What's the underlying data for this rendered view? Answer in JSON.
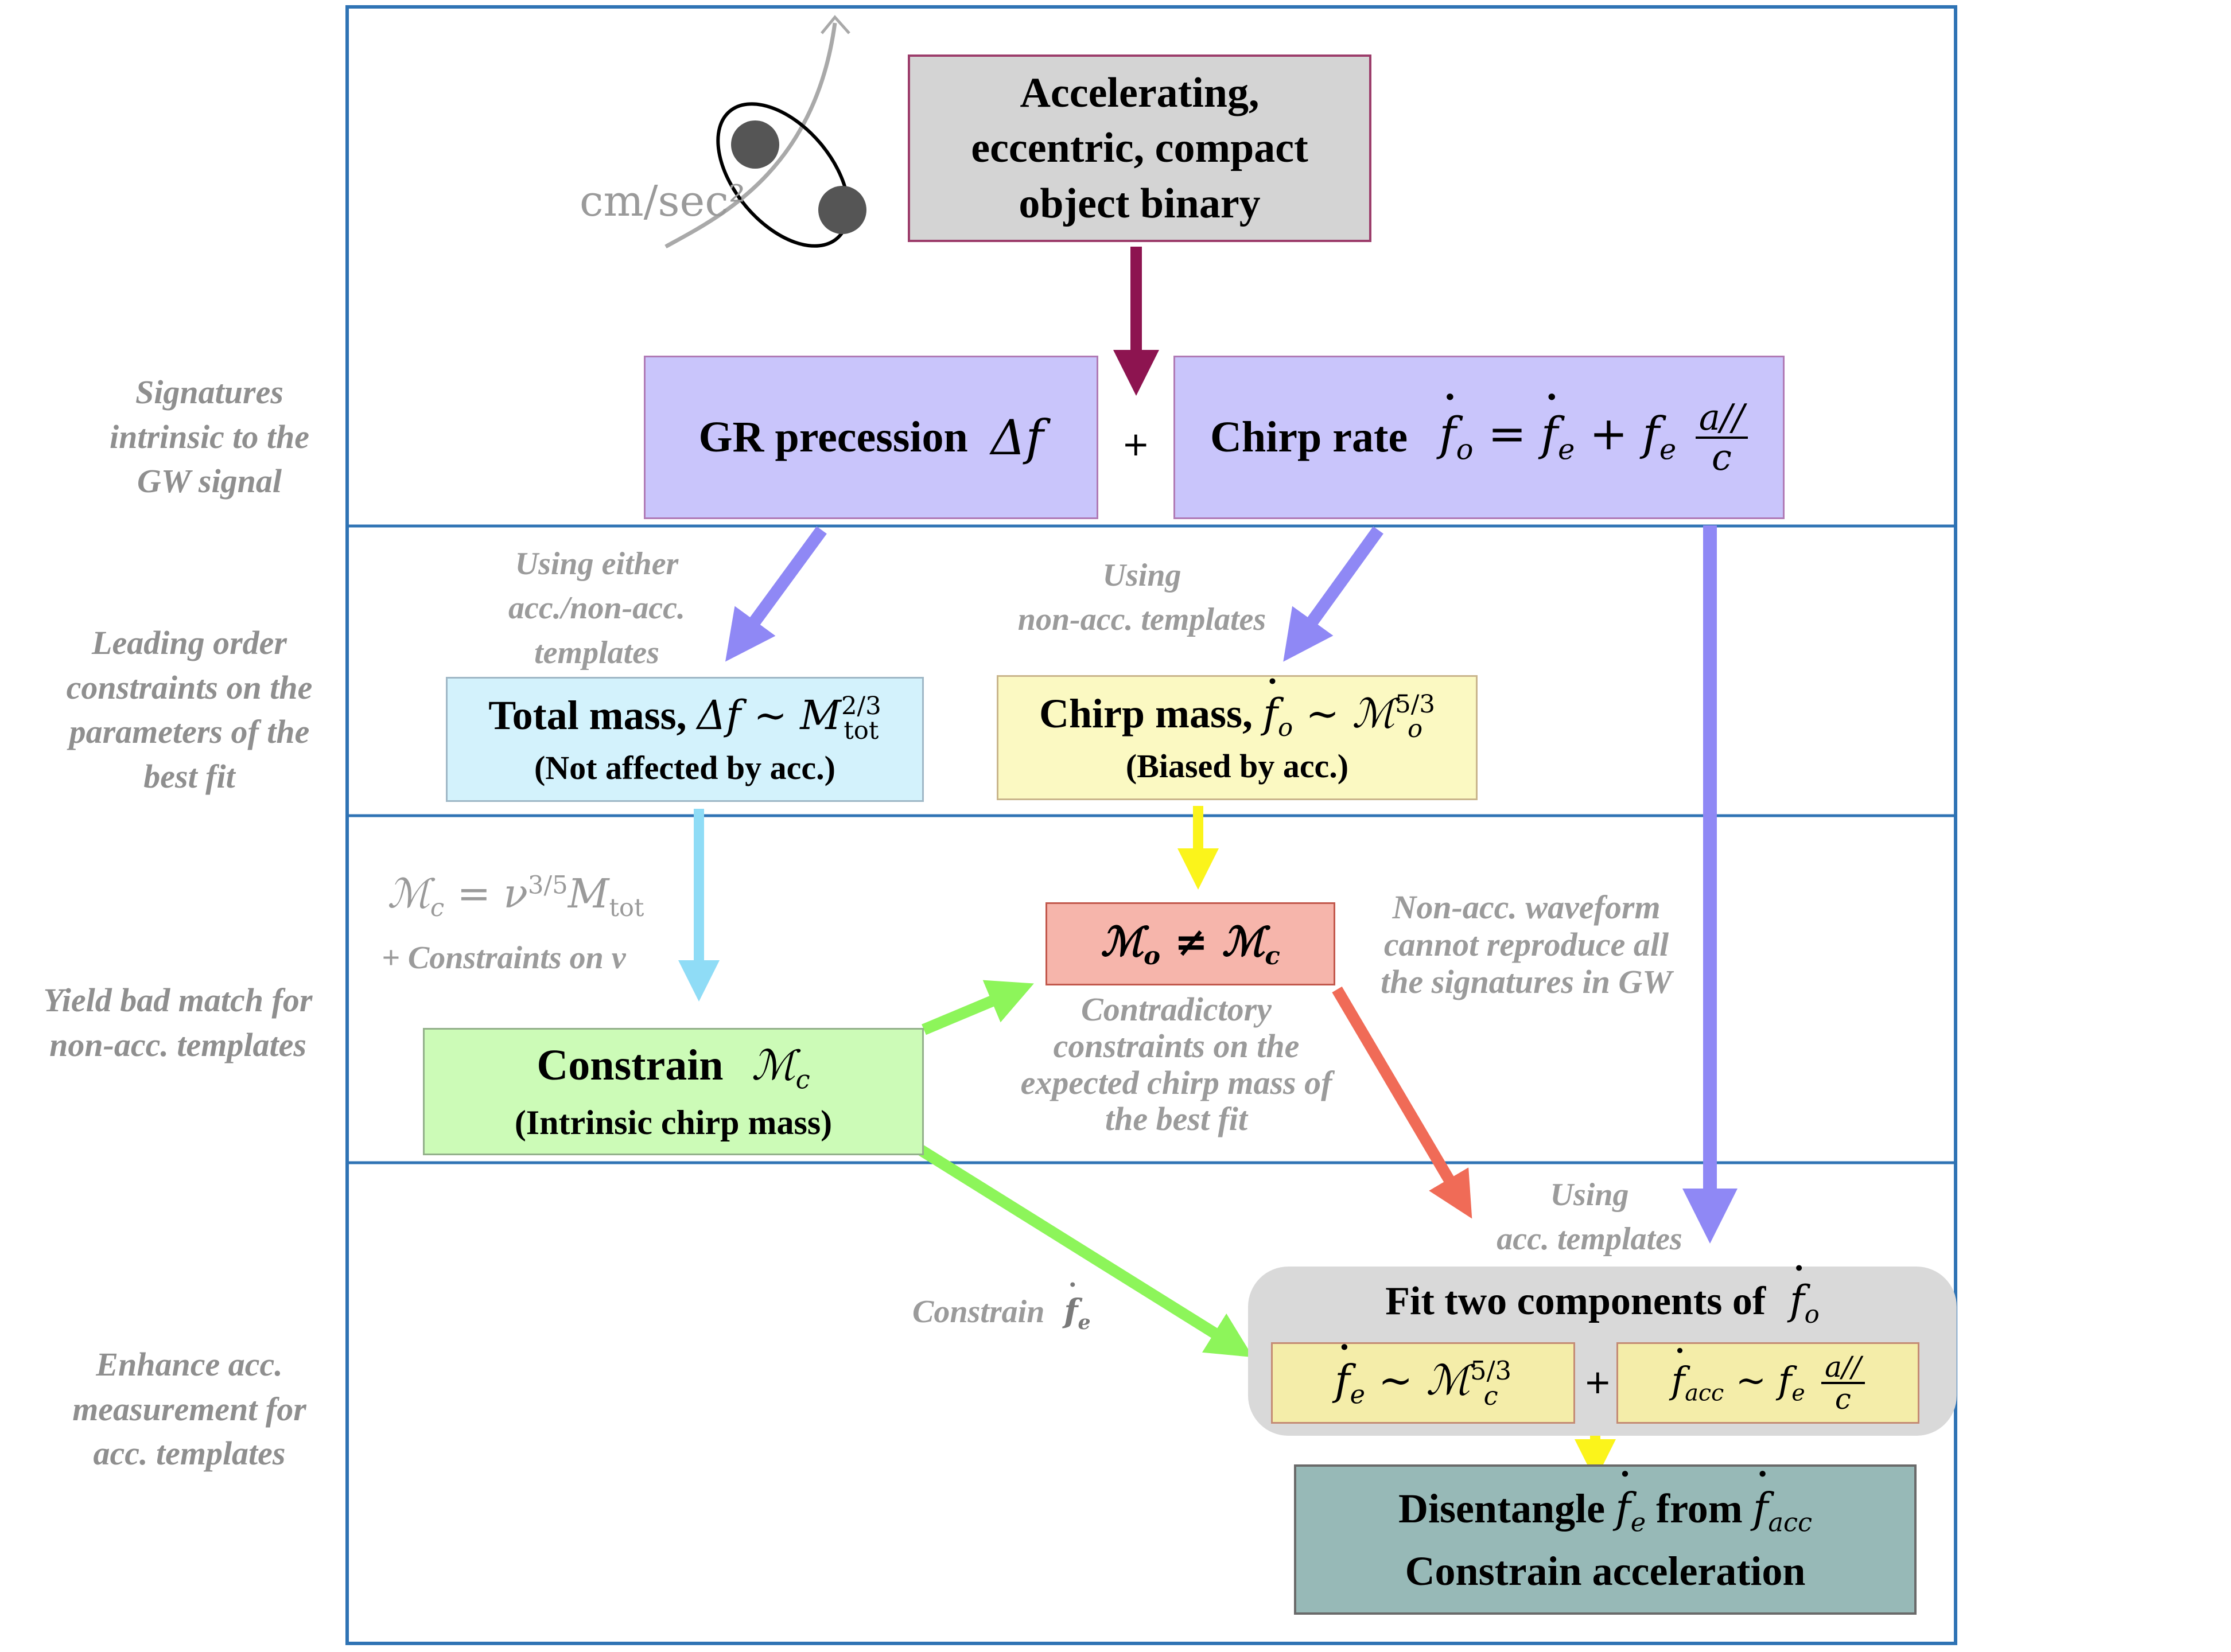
{
  "diagram": {
    "rows": [
      {
        "label_lines": [
          "Signatures",
          "intrinsic to the",
          "GW signal"
        ]
      },
      {
        "label_lines": [
          "Leading order",
          "constraints on the",
          "parameters of the",
          "best fit"
        ]
      },
      {
        "label_lines": [
          "Yield bad match for",
          "non-acc. templates"
        ]
      },
      {
        "label_lines": [
          "Enhance acc.",
          "measurement for",
          "acc. templates"
        ]
      }
    ],
    "binary_illustration": {
      "axis_unit_label": "cm/sec²"
    },
    "boxes": {
      "binary": {
        "lines": [
          "Accelerating,",
          "eccentric, compact",
          "object binary"
        ]
      },
      "gr_precession": {
        "label": "GR precession",
        "symbol": "Δf"
      },
      "chirp_rate": {
        "label": "Chirp rate",
        "equation_lhs": "f",
        "equation_rhs_1": "f",
        "equation_rhs_2": "f",
        "frac_num": "a//",
        "frac_den": "c"
      },
      "total_mass": {
        "label": "Total mass,",
        "relation": "Δf ~ M",
        "exp": "2/3",
        "sub": "tot",
        "note": "(Not affected by acc.)"
      },
      "chirp_mass": {
        "label": "Chirp mass,",
        "relation_var": "f",
        "relation_op": "~",
        "script_m": "ℳ",
        "exp": "5/3",
        "note": "(Biased by acc.)"
      },
      "mismatch": {
        "lhs": "ℳ",
        "lhs_sub": "o",
        "op": "≠",
        "rhs": "ℳ",
        "rhs_sub": "c"
      },
      "constrain_mc": {
        "label": "Constrain",
        "symbol": "ℳ",
        "symbol_sub": "c",
        "note": "(Intrinsic chirp mass)"
      },
      "fit_two": {
        "label": "Fit two components of",
        "var": "f",
        "var_sub": "o"
      },
      "fe_component": {
        "var": "f",
        "var_sub": "e",
        "op": "~",
        "script_m": "ℳ",
        "sub": "c",
        "exp": "5/3"
      },
      "facc_component": {
        "var": "f",
        "var_sub": "acc",
        "op": "~",
        "f2": "f",
        "f2_sub": "e",
        "frac_num": "a//",
        "frac_den": "c"
      },
      "disentangle": {
        "line1_a": "Disentangle",
        "line1_b": "from",
        "var1_sub": "e",
        "var2_sub": "acc",
        "line2": "Constrain acceleration"
      }
    },
    "plus_signs": [
      "+",
      "+"
    ],
    "annotations": {
      "using_either": [
        "Using either",
        "acc./non-acc.",
        "templates"
      ],
      "using_nonacc": [
        "Using",
        "non-acc. templates"
      ],
      "mc_relation": {
        "lhs": "ℳ",
        "lhs_sub": "c",
        "op": "=",
        "nu": "ν",
        "exp": "3/5",
        "m": "M",
        "m_sub": "tot"
      },
      "constraints_on_nu": "+ Constraints on  ν",
      "nonacc_waveform": [
        "Non-acc. waveform",
        "cannot reproduce all",
        "the signatures in GW"
      ],
      "contradictory": [
        "Contradictory",
        "constraints on the",
        "expected chirp mass of",
        "the best fit"
      ],
      "using_acc": [
        "Using",
        "acc. templates"
      ],
      "constrain_fe": {
        "label": "Constrain",
        "var_sub": "e"
      }
    },
    "colors": {
      "frame": "#2f73b4",
      "arrow_maroon": "#8d1450",
      "arrow_purple": "#8f88f5",
      "arrow_cyan": "#8fdcf6",
      "arrow_yellow": "#fbf41b",
      "arrow_green": "#8df55a",
      "arrow_red": "#f06b57"
    }
  }
}
